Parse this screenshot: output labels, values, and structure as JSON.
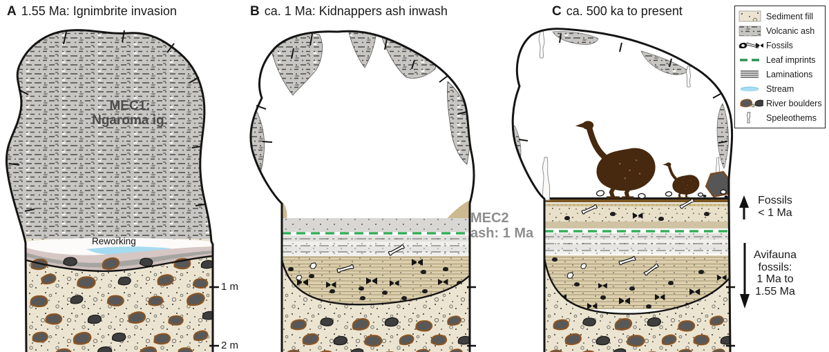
{
  "panels": {
    "a": {
      "letter": "A",
      "title": "1.55 Ma: Ignimbrite invasion",
      "ignimbrite_label": {
        "line1": "MEC1:",
        "line2": "Ngaroma ig."
      },
      "reworking_label": "Reworking",
      "depth_scale": {
        "one_meter": "1 m",
        "two_meter": "2 m"
      }
    },
    "b": {
      "letter": "B",
      "title": "ca. 1 Ma: Kidnappers ash inwash",
      "ash_label": {
        "line1": "MEC2",
        "line2": "ash: 1 Ma"
      }
    },
    "c": {
      "letter": "C",
      "title": "ca. 500 ka to present",
      "fossil_annotation": {
        "line1": "Fossils",
        "line2": "< 1 Ma"
      },
      "avifauna_annotation": {
        "line1": "Avifauna",
        "line2": "fossils:",
        "line3": "1 Ma to",
        "line4": "1.55 Ma"
      }
    }
  },
  "legend": {
    "items": [
      {
        "label": "Sediment fill",
        "icon": "sediment-fill-swatch"
      },
      {
        "label": "Volcanic ash",
        "icon": "volcanic-ash-swatch"
      },
      {
        "label": "Fossils",
        "icon": "fossil-icons"
      },
      {
        "label": "Leaf imprints",
        "icon": "leaf-imprint-dashes"
      },
      {
        "label": "Laminations",
        "icon": "lamination-lines"
      },
      {
        "label": "Stream",
        "icon": "stream-swatch"
      },
      {
        "label": "River boulders",
        "icon": "river-boulder-icons"
      },
      {
        "label": "Speleothems",
        "icon": "speleothem-squiggle"
      }
    ]
  },
  "colors": {
    "sediment_tan": "#ebe4d0",
    "volcanic_ash_gray": "#c8c6c3",
    "leaf_imprint_green": "#2e9254",
    "stream_blue": "#a8dcf2",
    "moa_brown": "#46290f",
    "boulder_gray": "#585858",
    "boulder_rim_brown": "#8a5524",
    "ash_label_gray": "#8e8e8e"
  }
}
